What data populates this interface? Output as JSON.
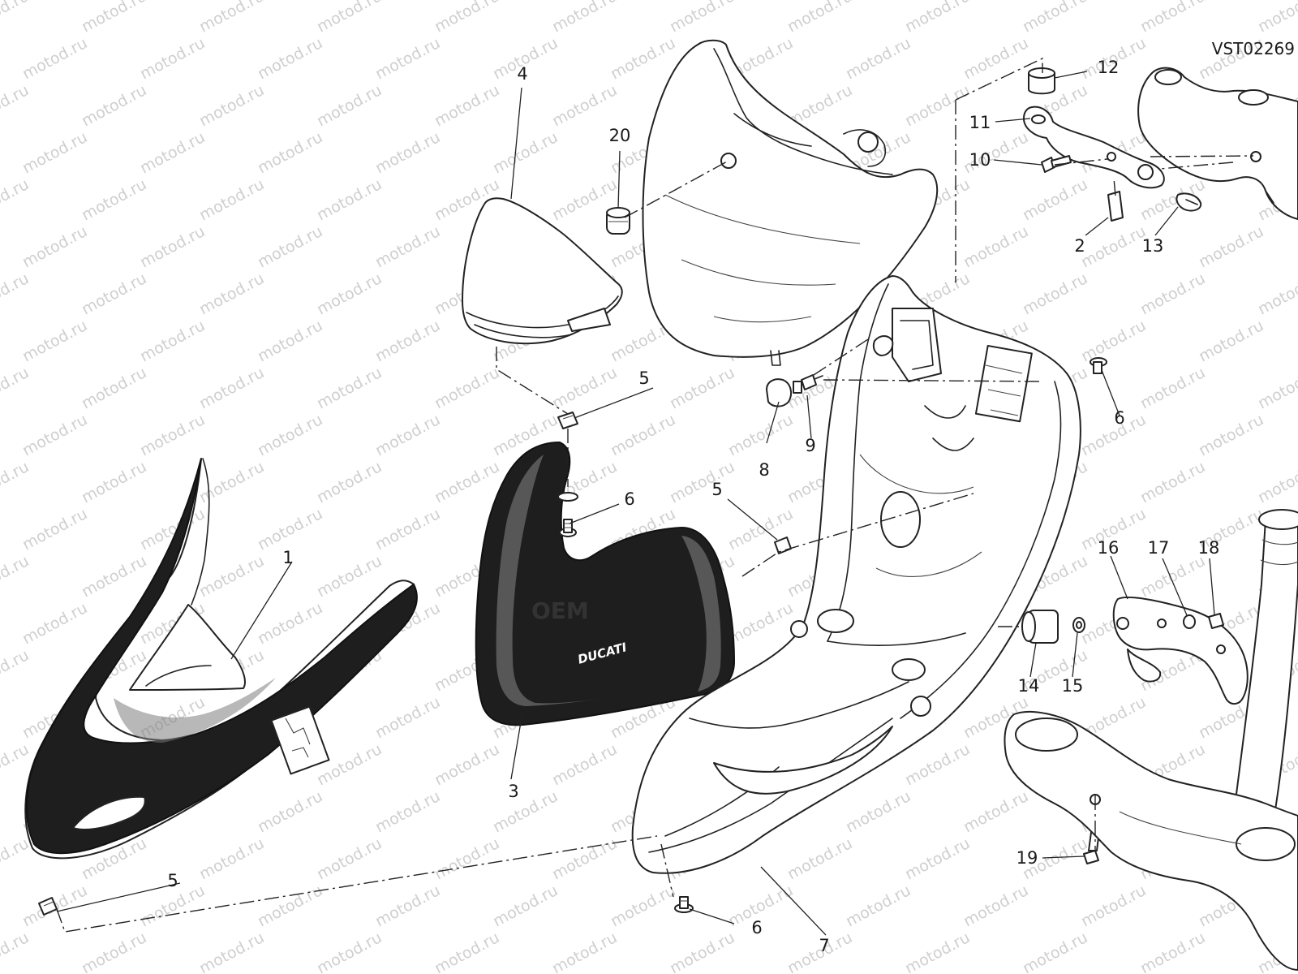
{
  "diagram": {
    "drawing_code": "VST02269",
    "watermark_text": "motod.ru",
    "tank_brand_text": "DUCATI",
    "tank_sticker_text": "OEM",
    "part_numbers": [
      "1",
      "2",
      "3",
      "4",
      "5",
      "5",
      "5",
      "6",
      "6",
      "6",
      "7",
      "8",
      "9",
      "10",
      "11",
      "12",
      "13",
      "14",
      "15",
      "16",
      "17",
      "18",
      "19",
      "20"
    ]
  }
}
